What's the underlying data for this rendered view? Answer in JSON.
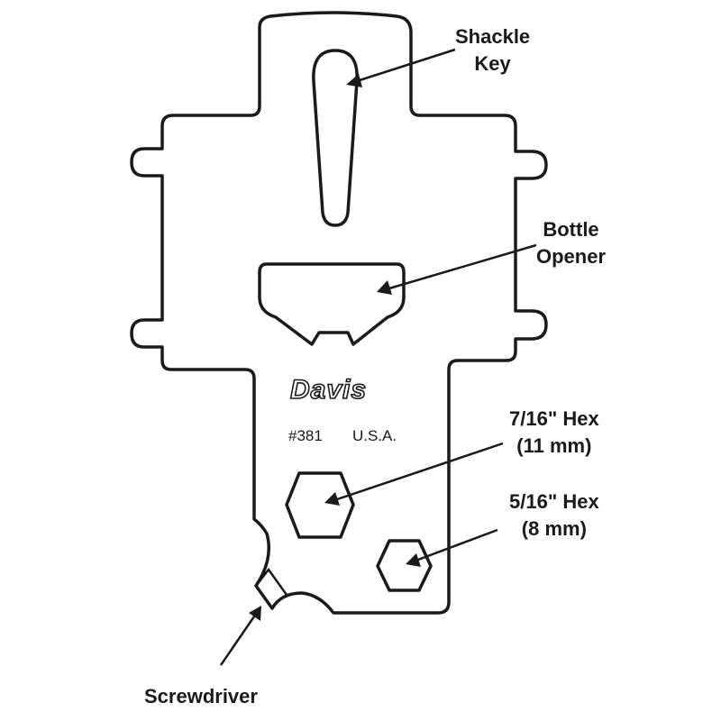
{
  "labels": {
    "shackle_key": [
      "Shackle",
      "Key"
    ],
    "bottle_opener": [
      "Bottle",
      "Opener"
    ],
    "hex_large": [
      "7/16\" Hex",
      "(11 mm)"
    ],
    "hex_small": [
      "5/16\" Hex",
      "(8 mm)"
    ],
    "screwdriver": "Screwdriver"
  },
  "tool_markings": {
    "brand": "Davis",
    "model": "#381",
    "origin": "U.S.A."
  }
}
